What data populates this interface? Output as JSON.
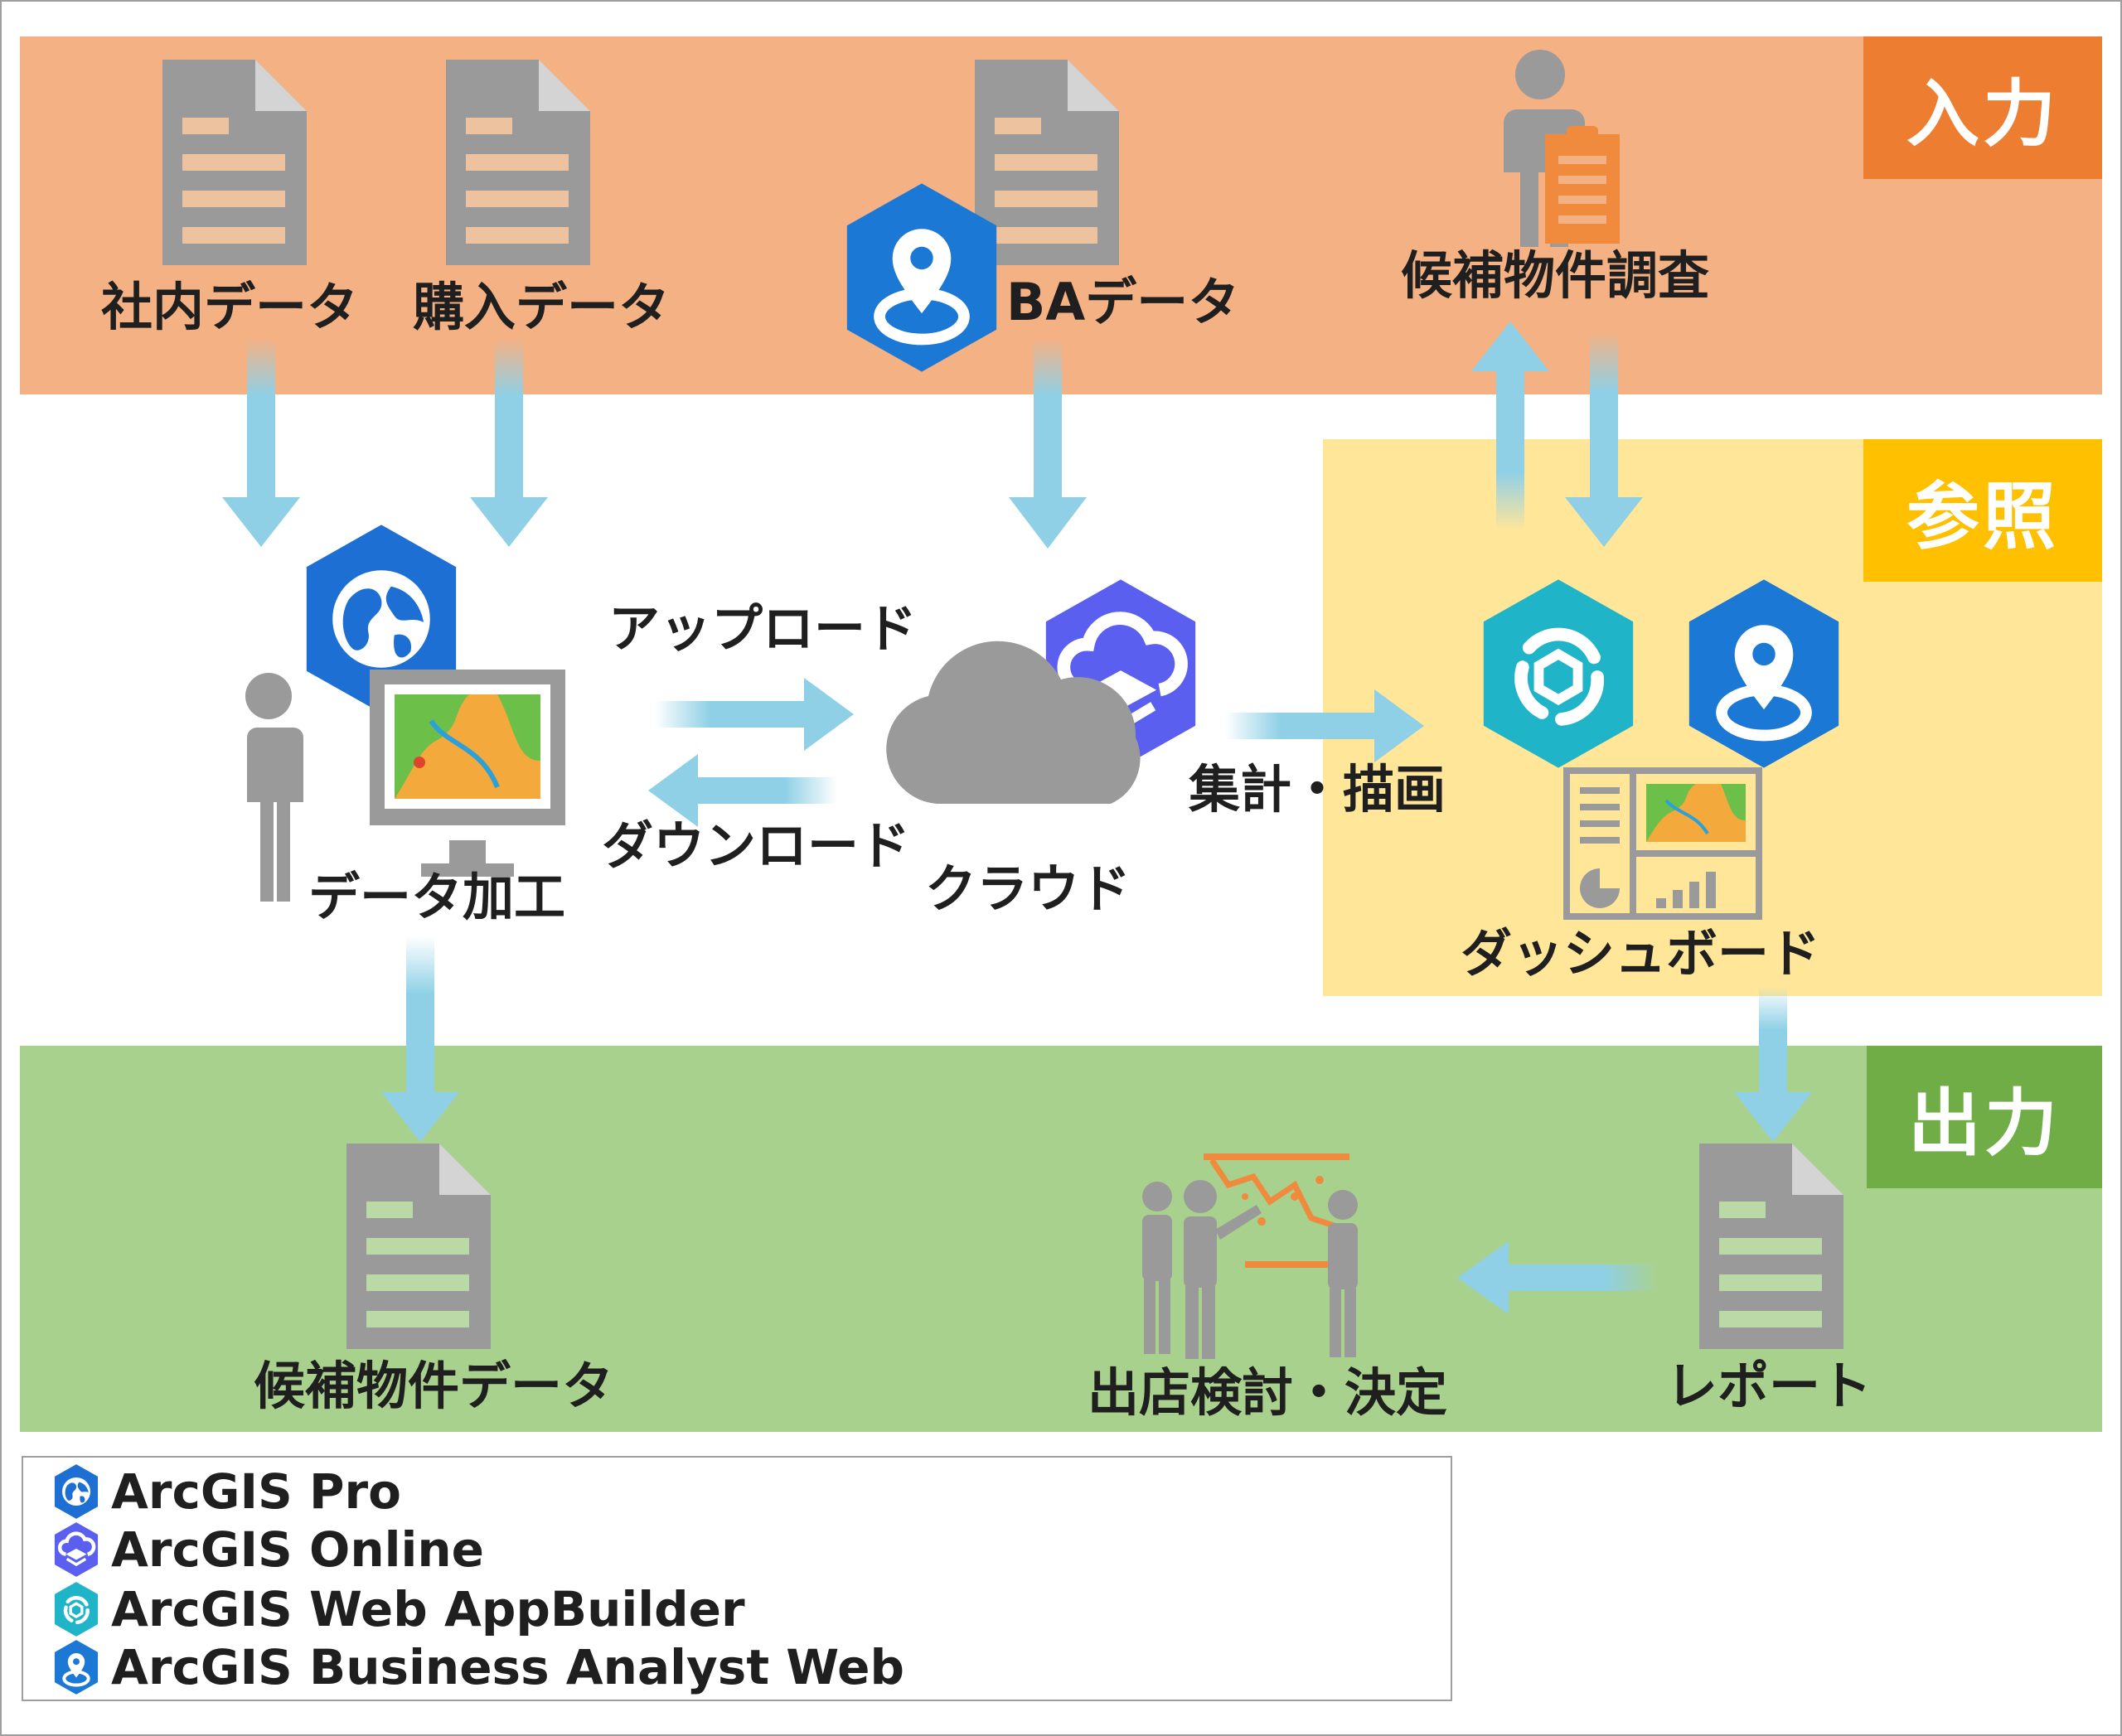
{
  "sections": {
    "input": {
      "label": "入力",
      "band_color": "#f4b183",
      "tag_color": "#ed7d31"
    },
    "reference": {
      "label": "参照",
      "band_color": "#ffe699",
      "tag_color": "#ffc000"
    },
    "output": {
      "label": "出力",
      "band_color": "#a9d18e",
      "tag_color": "#70ad47"
    }
  },
  "nodes": {
    "internal_data": "社内データ",
    "purchased_data": "購入データ",
    "ba_data": "BAデータ",
    "candidate_survey": "候補物件調査",
    "data_processing": "データ加工",
    "cloud": "クラウド",
    "dashboard": "ダッシュボード",
    "candidate_data": "候補物件データ",
    "store_decision": "出店検討・決定",
    "report": "レポート"
  },
  "flows": {
    "upload": "アップロード",
    "download": "ダウンロード",
    "aggregate_draw": "集計・描画"
  },
  "legend": [
    {
      "icon": "arcgis-pro-icon",
      "label": "ArcGIS Pro"
    },
    {
      "icon": "arcgis-online-icon",
      "label": "ArcGIS Online"
    },
    {
      "icon": "arcgis-web-appbuilder-icon",
      "label": "ArcGIS Web AppBuilder"
    },
    {
      "icon": "arcgis-business-analyst-icon",
      "label": "ArcGIS Business Analyst Web"
    }
  ],
  "colors": {
    "arrow": "#8fd0e6",
    "icon_gray": "#9a9a9a",
    "pro_blue": "#1d6fd4",
    "online_purple": "#5a5ff0",
    "appbuilder_teal": "#1fb4c8",
    "ba_blue": "#1b78d4"
  }
}
